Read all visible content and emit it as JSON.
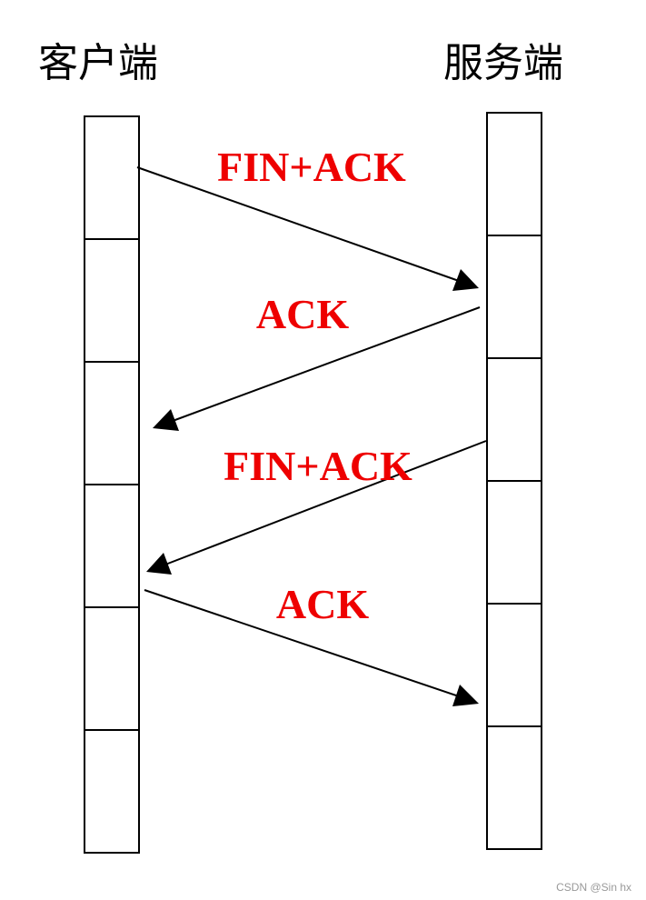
{
  "parties": {
    "client": "客户端",
    "server": "服务端"
  },
  "messages": [
    {
      "label": "FIN+ACK",
      "direction": "client-to-server"
    },
    {
      "label": "ACK",
      "direction": "server-to-client"
    },
    {
      "label": "FIN+ACK",
      "direction": "server-to-client"
    },
    {
      "label": "ACK",
      "direction": "client-to-server"
    }
  ],
  "client_cells": 6,
  "server_cells": 6,
  "colors": {
    "message_label": "#ee0000",
    "lines": "#000000",
    "background": "#ffffff"
  },
  "watermark": "CSDN @Sin hx"
}
